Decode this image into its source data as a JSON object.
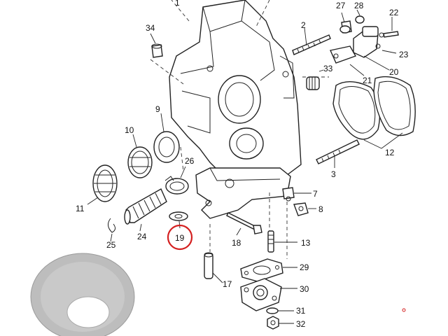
{
  "callouts": [
    {
      "id": "c1",
      "text": "1"
    },
    {
      "id": "c2",
      "text": "2"
    },
    {
      "id": "c3",
      "text": "3"
    },
    {
      "id": "c7",
      "text": "7"
    },
    {
      "id": "c8",
      "text": "8"
    },
    {
      "id": "c9",
      "text": "9"
    },
    {
      "id": "c10",
      "text": "10"
    },
    {
      "id": "c11",
      "text": "11"
    },
    {
      "id": "c12",
      "text": "12"
    },
    {
      "id": "c13",
      "text": "13"
    },
    {
      "id": "c17",
      "text": "17"
    },
    {
      "id": "c18",
      "text": "18"
    },
    {
      "id": "c19",
      "text": "19"
    },
    {
      "id": "c20",
      "text": "20"
    },
    {
      "id": "c21",
      "text": "21"
    },
    {
      "id": "c22",
      "text": "22"
    },
    {
      "id": "c23",
      "text": "23"
    },
    {
      "id": "c24",
      "text": "24"
    },
    {
      "id": "c25",
      "text": "25"
    },
    {
      "id": "c26",
      "text": "26"
    },
    {
      "id": "c27",
      "text": "27"
    },
    {
      "id": "c28",
      "text": "28"
    },
    {
      "id": "c29",
      "text": "29"
    },
    {
      "id": "c30",
      "text": "30"
    },
    {
      "id": "c31",
      "text": "31"
    },
    {
      "id": "c32",
      "text": "32"
    },
    {
      "id": "c33",
      "text": "33"
    },
    {
      "id": "c34",
      "text": "34"
    }
  ],
  "highlight": {
    "part": "19",
    "color": "#d42020"
  },
  "colors": {
    "line": "#222222",
    "washer_photo": "#bdbdbd",
    "background": "#ffffff"
  }
}
